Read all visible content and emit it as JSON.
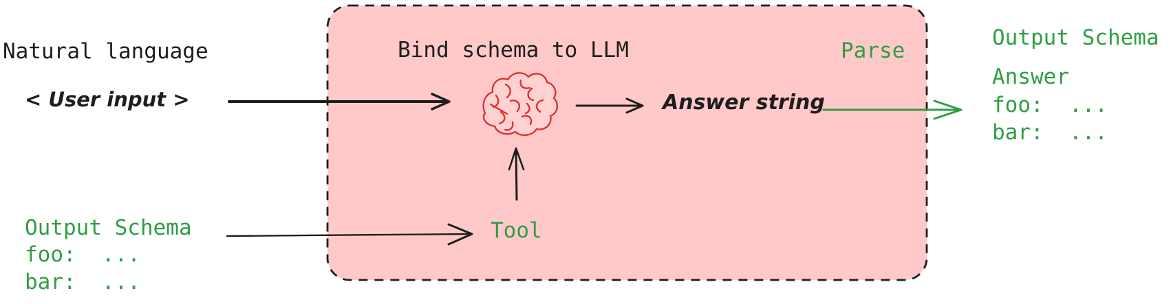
{
  "colors": {
    "background": "#ffffff",
    "box_fill": "#ffc9c9",
    "box_border": "#1e1e1e",
    "text_black": "#1e1e1e",
    "text_green": "#2f9e44",
    "arrow_black": "#1e1e1e",
    "arrow_green": "#2f9e44",
    "brain_red": "#e03131"
  },
  "left_top": {
    "heading": "Natural language",
    "user_input": "< User input >"
  },
  "left_bottom": {
    "heading": "Output Schema",
    "line1": "foo:  ...",
    "line2": "bar:  ..."
  },
  "llm_box": {
    "heading": "Bind schema to LLM",
    "parse_label": "Parse",
    "answer_string_label": "Answer string",
    "tool_label": "Tool",
    "brain_icon": "brain-icon"
  },
  "right_output": {
    "heading": "Output Schema",
    "answer_label": "Answer",
    "line1": "foo:  ...",
    "line2": "bar:  ..."
  }
}
